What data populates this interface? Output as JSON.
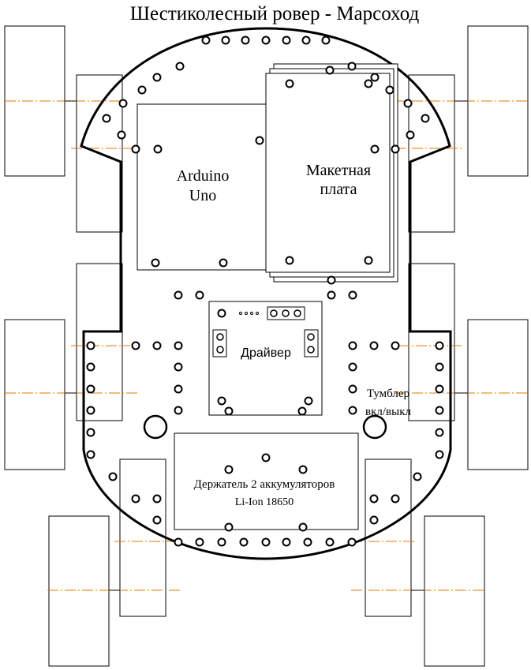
{
  "title": "Шестиколесный ровер - Марсоход",
  "labels": {
    "arduino_line1": "Arduino",
    "arduino_line2": "Uno",
    "breadboard_line1": "Макетная",
    "breadboard_line2": "плата",
    "driver": "Драйвер",
    "switch_line1": "Тумблер",
    "switch_line2": "вкл/выкл",
    "battery_line1": "Держатель 2 аккумуляторов",
    "battery_line2": "Li-Ion 18650"
  },
  "colors": {
    "line": "#000000",
    "axis": "#e07b00",
    "background": "#ffffff"
  }
}
